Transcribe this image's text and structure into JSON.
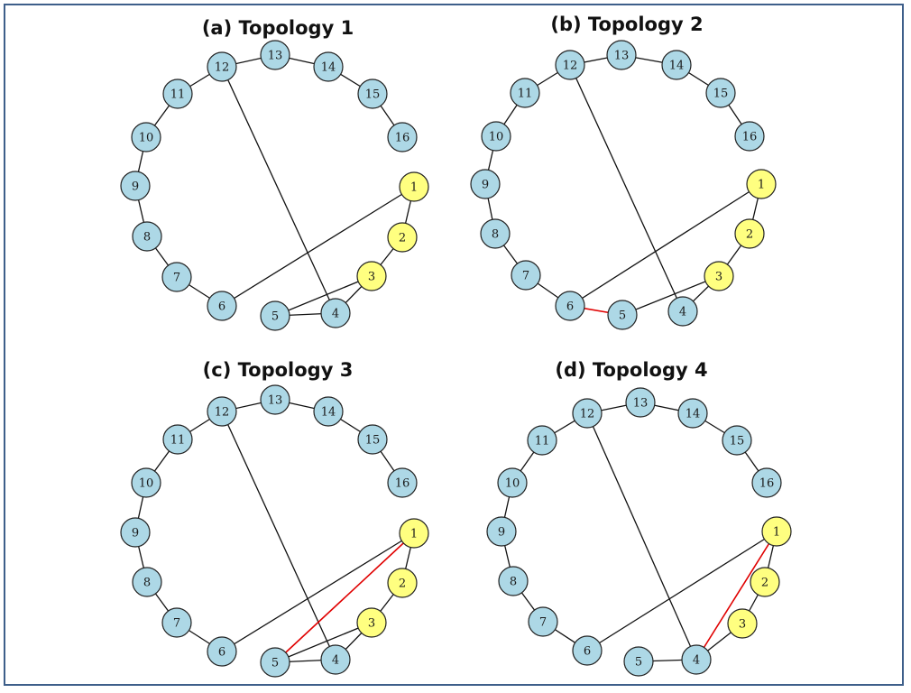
{
  "colors": {
    "frame": "#3e5f8a",
    "node_default": "#add8e6",
    "node_highlight": "#ffff80",
    "node_stroke": "#222222",
    "edge_default": "#111111",
    "edge_highlight": "#e00000"
  },
  "highlight_nodes": [
    "1",
    "2",
    "3"
  ],
  "panels": [
    {
      "title": "(a) Topology 1",
      "edges": [
        [
          "1",
          "2"
        ],
        [
          "2",
          "3"
        ],
        [
          "3",
          "4"
        ],
        [
          "3",
          "5"
        ],
        [
          "4",
          "5"
        ],
        [
          "1",
          "6"
        ],
        [
          "6",
          "7"
        ],
        [
          "7",
          "8"
        ],
        [
          "8",
          "9"
        ],
        [
          "9",
          "10"
        ],
        [
          "10",
          "11"
        ],
        [
          "11",
          "12"
        ],
        [
          "12",
          "13"
        ],
        [
          "13",
          "14"
        ],
        [
          "14",
          "15"
        ],
        [
          "15",
          "16"
        ],
        [
          "12",
          "4"
        ]
      ],
      "highlight_edges": []
    },
    {
      "title": "(b) Topology 2",
      "edges": [
        [
          "1",
          "2"
        ],
        [
          "2",
          "3"
        ],
        [
          "3",
          "4"
        ],
        [
          "3",
          "5"
        ],
        [
          "1",
          "6"
        ],
        [
          "6",
          "7"
        ],
        [
          "7",
          "8"
        ],
        [
          "8",
          "9"
        ],
        [
          "9",
          "10"
        ],
        [
          "10",
          "11"
        ],
        [
          "11",
          "12"
        ],
        [
          "12",
          "13"
        ],
        [
          "13",
          "14"
        ],
        [
          "14",
          "15"
        ],
        [
          "15",
          "16"
        ],
        [
          "12",
          "4"
        ],
        [
          "6",
          "5"
        ]
      ],
      "highlight_edges": [
        [
          "6",
          "5"
        ]
      ]
    },
    {
      "title": "(c) Topology 3",
      "edges": [
        [
          "1",
          "2"
        ],
        [
          "2",
          "3"
        ],
        [
          "3",
          "4"
        ],
        [
          "3",
          "5"
        ],
        [
          "4",
          "5"
        ],
        [
          "1",
          "6"
        ],
        [
          "6",
          "7"
        ],
        [
          "7",
          "8"
        ],
        [
          "8",
          "9"
        ],
        [
          "9",
          "10"
        ],
        [
          "10",
          "11"
        ],
        [
          "11",
          "12"
        ],
        [
          "12",
          "13"
        ],
        [
          "13",
          "14"
        ],
        [
          "14",
          "15"
        ],
        [
          "15",
          "16"
        ],
        [
          "12",
          "4"
        ],
        [
          "1",
          "5"
        ]
      ],
      "highlight_edges": [
        [
          "1",
          "5"
        ]
      ]
    },
    {
      "title": "(d) Topology 4",
      "edges": [
        [
          "1",
          "2"
        ],
        [
          "2",
          "3"
        ],
        [
          "3",
          "4"
        ],
        [
          "4",
          "5"
        ],
        [
          "1",
          "6"
        ],
        [
          "6",
          "7"
        ],
        [
          "7",
          "8"
        ],
        [
          "8",
          "9"
        ],
        [
          "9",
          "10"
        ],
        [
          "10",
          "11"
        ],
        [
          "11",
          "12"
        ],
        [
          "12",
          "13"
        ],
        [
          "13",
          "14"
        ],
        [
          "14",
          "15"
        ],
        [
          "15",
          "16"
        ],
        [
          "12",
          "4"
        ],
        [
          "1",
          "4"
        ]
      ],
      "highlight_edges": [
        [
          "1",
          "4"
        ]
      ]
    }
  ]
}
